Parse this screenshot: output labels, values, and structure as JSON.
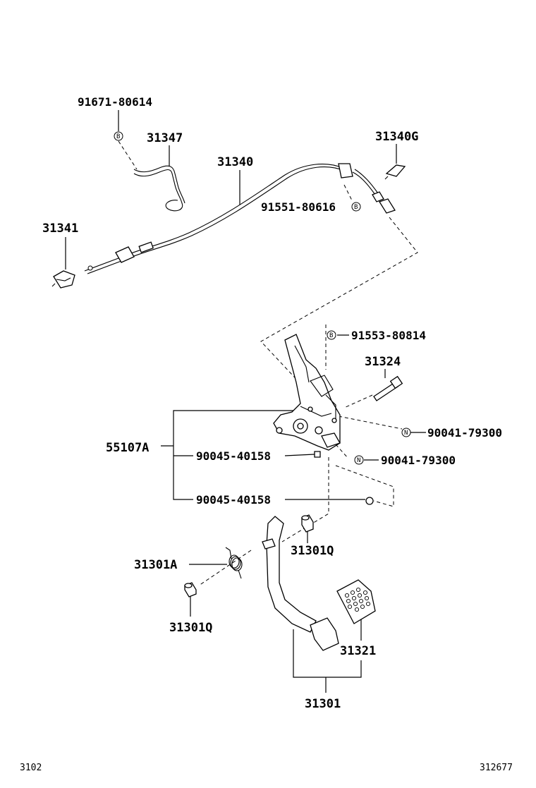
{
  "callouts": {
    "c91671": "91671-80614",
    "c31347": "31347",
    "c31340": "31340",
    "c31340G": "31340G",
    "c91551": "91551-80616",
    "c31341": "31341",
    "c91553": "91553-80814",
    "c31324": "31324",
    "c55107A": "55107A",
    "c90045a": "90045-40158",
    "c90041a": "90041-79300",
    "c90041b": "90041-79300",
    "c90045b": "90045-40158",
    "c31301Qa": "31301Q",
    "c31301A": "31301A",
    "c31301Qb": "31301Q",
    "c31321": "31321",
    "c31301": "31301"
  },
  "symbols": {
    "b": "B",
    "n": "N"
  },
  "footer": {
    "left_code": "3102",
    "right_code": "312677"
  }
}
